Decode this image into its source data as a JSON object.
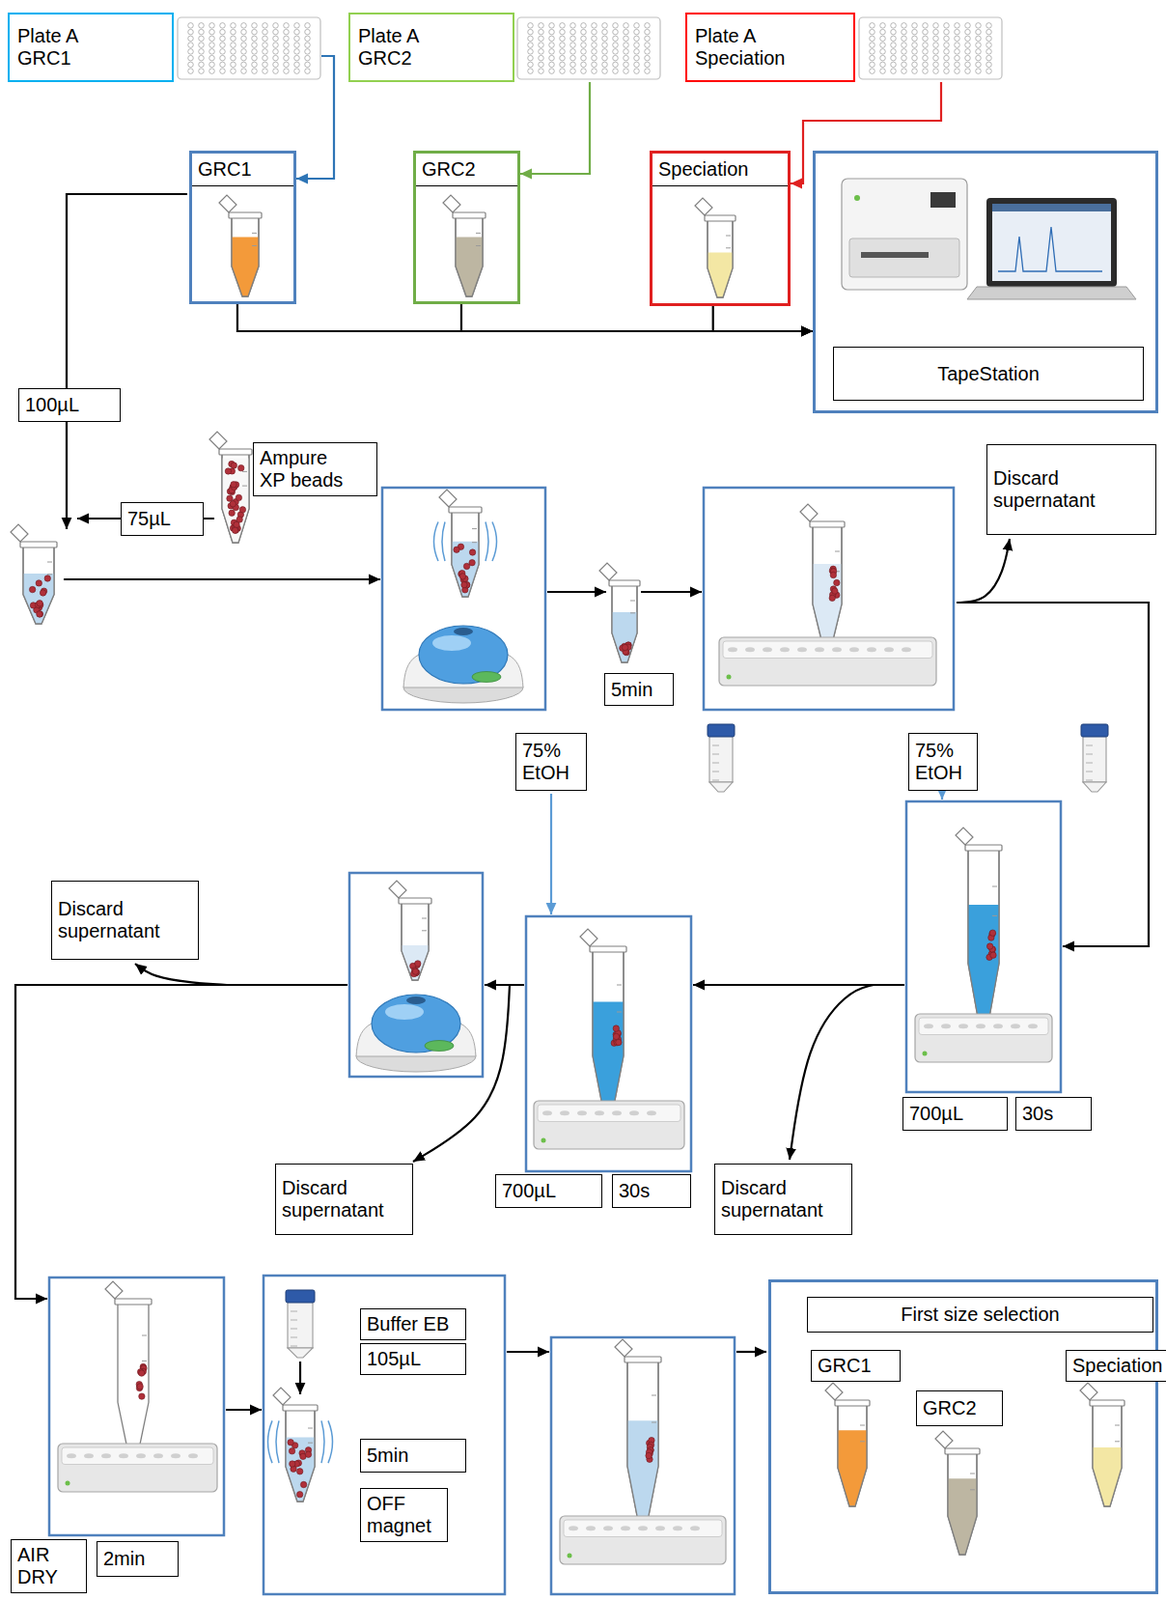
{
  "diagram": {
    "nodes": [
      {
        "text": [
          "Plate A GRC1"
        ]
      },
      {
        "text": [
          "Plate A GRC2"
        ]
      },
      {
        "text": [
          "Plate A Speciation"
        ]
      },
      {
        "text": [
          "GRC1"
        ]
      },
      {
        "text": [
          "GRC2"
        ]
      },
      {
        "text": [
          "Speciation"
        ]
      },
      {
        "text": [
          "TapeStation"
        ]
      },
      {
        "text": [
          "100µL"
        ]
      },
      {
        "text": [
          "Ampure XP beads"
        ]
      },
      {
        "text": [
          "75µL"
        ]
      },
      {
        "text": [
          "5min"
        ]
      },
      {
        "text": [
          "Discard supernatant"
        ]
      },
      {
        "text": [
          "75% EtOH"
        ]
      },
      {
        "text": [
          "75% EtOH"
        ]
      },
      {
        "text": [
          "Discard supernatant"
        ]
      },
      {
        "text": [
          "700µL"
        ]
      },
      {
        "text": [
          "30s"
        ]
      },
      {
        "text": [
          "Discard supernatant"
        ]
      },
      {
        "text": [
          "700µL"
        ]
      },
      {
        "text": [
          "30s"
        ]
      },
      {
        "text": [
          "Discard supernatant"
        ]
      },
      {
        "text": [
          "AIR DRY"
        ]
      },
      {
        "text": [
          "2min"
        ]
      },
      {
        "text": [
          "Buffer EB"
        ]
      },
      {
        "text": [
          "105µL"
        ]
      },
      {
        "text": [
          "5min"
        ]
      },
      {
        "text": [
          "OFF magnet"
        ]
      },
      {
        "text": [
          "First size selection"
        ]
      },
      {
        "text": [
          "GRC1"
        ],
        "in": 27
      },
      {
        "text": [
          "GRC2"
        ],
        "in": 27
      },
      {
        "text": [
          "Speciation"
        ],
        "in": 27
      }
    ],
    "edges": [
      {
        "from": 0,
        "to": 3,
        "arrow": "to"
      },
      {
        "from": 1,
        "to": 4,
        "arrow": "to"
      },
      {
        "from": 2,
        "to": 5,
        "arrow": "to"
      },
      {
        "from": 3,
        "to": 6,
        "arrow": "to"
      },
      {
        "from": 4,
        "to": 6,
        "arrow": "to"
      },
      {
        "from": 5,
        "to": 6,
        "arrow": "to"
      }
    ]
  }
}
